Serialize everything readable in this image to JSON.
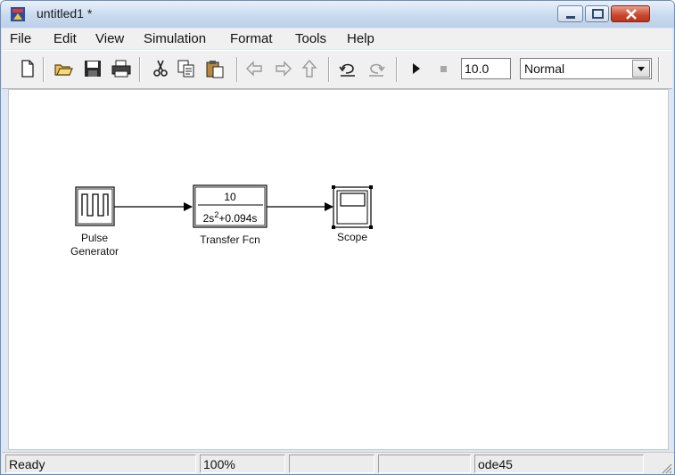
{
  "window": {
    "title": "untitled1 *"
  },
  "menu": [
    "File",
    "Edit",
    "View",
    "Simulation",
    "Format",
    "Tools",
    "Help"
  ],
  "toolbar": {
    "stop_time": "10.0",
    "sim_mode": "Normal"
  },
  "blocks": {
    "pulse": {
      "label_line1": "Pulse",
      "label_line2": "Generator"
    },
    "tf": {
      "numerator": "10",
      "denom_coef": "2s",
      "denom_exp": "2",
      "denom_rest": "+0.094s",
      "label": "Transfer Fcn"
    },
    "scope": {
      "label": "Scope"
    }
  },
  "status": {
    "state": "Ready",
    "zoom": "100%",
    "pane3": "",
    "pane4": "",
    "solver": "ode45"
  },
  "colors": {
    "close_red": "#c9462b",
    "title_gradient": "#c9daee"
  }
}
